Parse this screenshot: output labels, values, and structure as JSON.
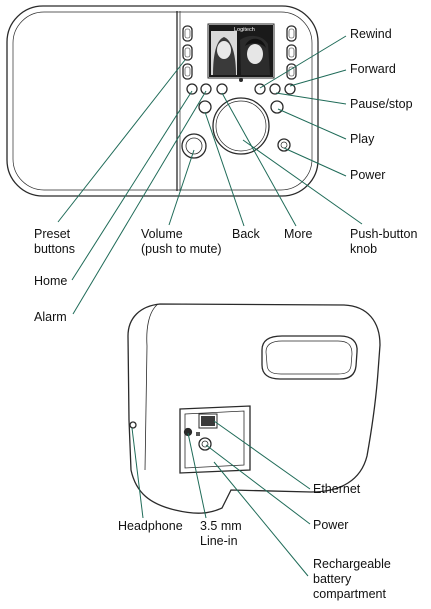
{
  "figure": {
    "top_labels": {
      "rewind": "Rewind",
      "forward": "Forward",
      "pause_stop": "Pause/stop",
      "play": "Play",
      "power": "Power",
      "preset": "Preset\nbuttons",
      "home": "Home",
      "alarm": "Alarm",
      "volume": "Volume\n(push to mute)",
      "back": "Back",
      "more": "More",
      "knob": "Push-button\nknob"
    },
    "bottom_labels": {
      "ethernet": "Ethernet",
      "power": "Power",
      "battery": "Rechargeable\nbattery\ncompartment",
      "headphone": "Headphone",
      "line_in": "3.5 mm\nLine-in"
    },
    "screen_text": "Logitech",
    "colors": {
      "leader_line": "#1f6b58",
      "outline": "#2a2a2a",
      "text": "#111111"
    }
  }
}
